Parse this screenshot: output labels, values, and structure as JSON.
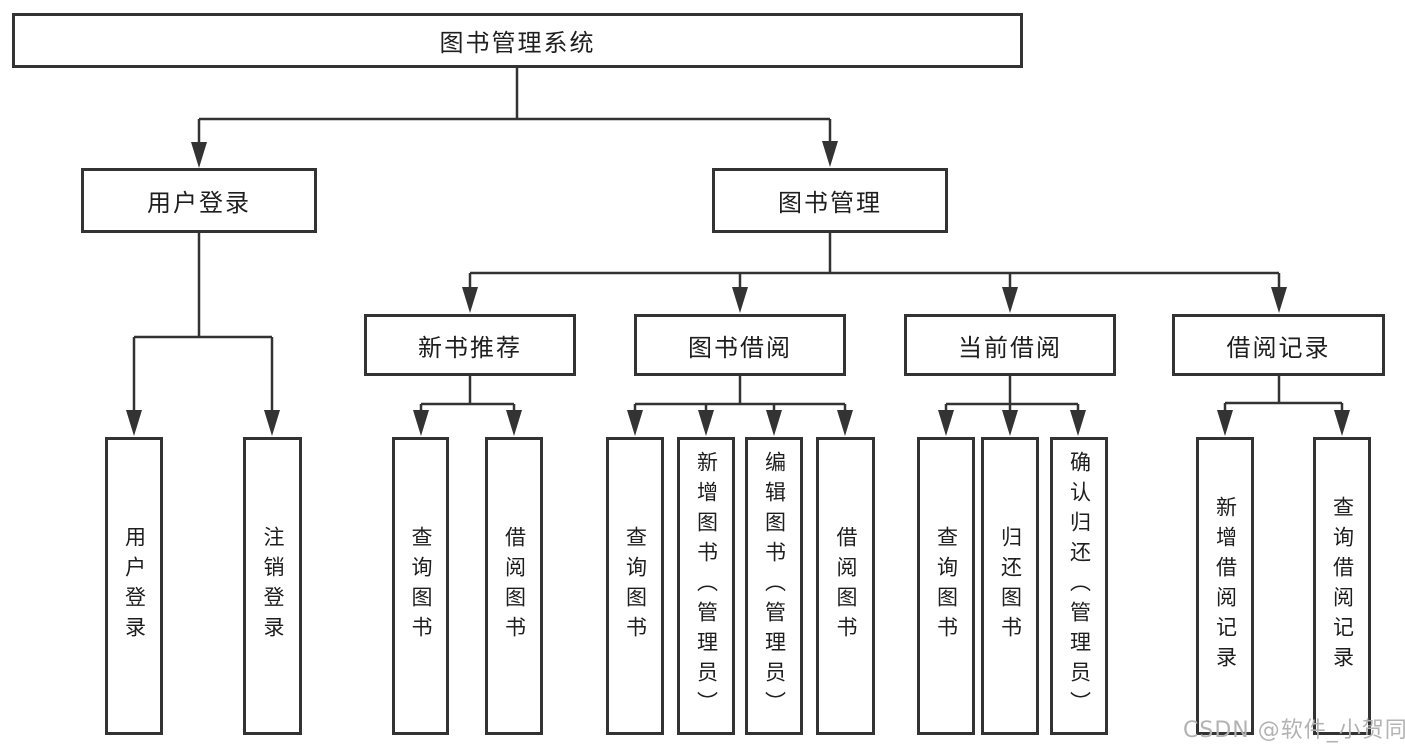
{
  "tree": {
    "root": {
      "label": "图书管理系统"
    },
    "user_login": {
      "label": "用户登录",
      "leaves": [
        {
          "label": "用户登录"
        },
        {
          "label": "注销登录"
        }
      ]
    },
    "book_mgmt": {
      "label": "图书管理"
    },
    "new_book": {
      "label": "新书推荐",
      "leaves": [
        {
          "label": "查询图书"
        },
        {
          "label": "借阅图书"
        }
      ]
    },
    "book_borrow": {
      "label": "图书借阅",
      "leaves": [
        {
          "label": "查询图书"
        },
        {
          "label": "新增图书（管理员）"
        },
        {
          "label": "编辑图书（管理员）"
        },
        {
          "label": "借阅图书"
        }
      ]
    },
    "current_borrow": {
      "label": "当前借阅",
      "leaves": [
        {
          "label": "查询图书"
        },
        {
          "label": "归还图书"
        },
        {
          "label": "确认归还（管理员）"
        }
      ]
    },
    "borrow_record": {
      "label": "借阅记录",
      "leaves": [
        {
          "label": "新增借阅记录"
        },
        {
          "label": "查询借阅记录"
        }
      ]
    }
  },
  "watermark": {
    "text": "CSDN @软件_小贺同学"
  },
  "colors": {
    "line": "#333333",
    "text": "#1e1e1e",
    "watermark": "#b3b3b3",
    "background": "#ffffff"
  }
}
